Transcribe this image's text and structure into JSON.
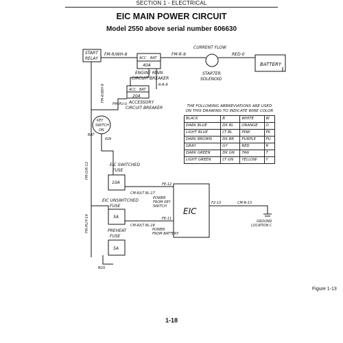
{
  "header": {
    "section": "SECTION 1 - ELECTRICAL",
    "title": "EIC MAIN POWER CIRCUIT",
    "subtitle": "Model 2550 above serial number 606630"
  },
  "diagram": {
    "labels": {
      "start_relay": [
        "START",
        "RELAY"
      ],
      "wire_fm_r_wh_8_top": "FM-R/WH-8",
      "wire_fm_r_9": "FM-R-9",
      "current_flow": "CURRENT FLOW",
      "red_0": "RED-0",
      "battery": "BATTERY",
      "starter_solenoid": [
        "STARTER",
        "SOLENOID"
      ],
      "engine_breaker_acc": "ACC",
      "engine_breaker_bat": "BAT",
      "engine_breaker_rating": "40A",
      "engine_breaker_label": [
        "ENGINE MAIN",
        "CIRCUIT BREAKER"
      ],
      "wire_r_r_9": "R-R-9",
      "wire_fm_r_wh_9_left": "FM-R/WH-9",
      "wire_fm_pu_u": "FM-PU-U",
      "acc_breaker_acc": "ACC",
      "acc_breaker_bat": "BAT",
      "acc_breaker_rating": "20A",
      "acc_breaker_label": [
        "ACCESSORY",
        "CIRCUIT BREAKER"
      ],
      "key_switch": [
        "KEY",
        "SWITCH",
        "ON"
      ],
      "key_bat": "BAT",
      "key_ign": "IGN",
      "wire_fm_r_12": "FM-O/R-12",
      "wire_fm_pu_14": "FM-PU/Y-14",
      "eic_switched_fuse": [
        "EIC SWITCHED",
        "FUSE"
      ],
      "switched_rating": "10A",
      "wire_fe_12": "FE-12",
      "wire_cm_r_lt_bl_17": "CM-R/LT BL-17",
      "power_from_key_switch": [
        "POWER",
        "FROM KEY",
        "SWITCH"
      ],
      "eic_unswitched_fuse": [
        "EIC UNSWITCHED",
        "FUSE"
      ],
      "unswitched_rating": "5A",
      "wire_fe_11": "FE-11",
      "wire_cm_r_lt_bl_18": "CM-R/LT BL-18",
      "power_from_battery": [
        "POWER",
        "FROM BATTERY"
      ],
      "eic_box": "EIC",
      "wire_f2_13": "F2-13",
      "wire_cm_b_13": "CM-B-13",
      "ground_location": [
        "GROUND",
        "LOCATION C"
      ],
      "preheat_fuse": [
        "PREHEAT",
        "FUSE"
      ],
      "preheat_rating": "5A",
      "bus": "BUS"
    },
    "abbreviations": {
      "caption": [
        "THE FOLLOWING ABBREVIATIONS ARE USED",
        "ON THIS DRAWING TO INDICATE WIRE COLOR"
      ],
      "rows": [
        [
          "BLACK",
          "B",
          "WHITE",
          "W"
        ],
        [
          "DARK BLUE",
          "DK BL",
          "ORANGE",
          "O"
        ],
        [
          "LIGHT BLUE",
          "LT BL",
          "PINK",
          "PK"
        ],
        [
          "DARK BROWN",
          "DK BR",
          "PURPLE",
          "PU"
        ],
        [
          "GRAY",
          "GY",
          "RED",
          "R"
        ],
        [
          "DARK GREEN",
          "DK GN",
          "TAN",
          "T"
        ],
        [
          "LIGHT GREEN",
          "LT GN",
          "YELLOW",
          "Y"
        ]
      ]
    }
  },
  "footer": {
    "figure": "Figure 1-13",
    "page_number": "1-18"
  }
}
